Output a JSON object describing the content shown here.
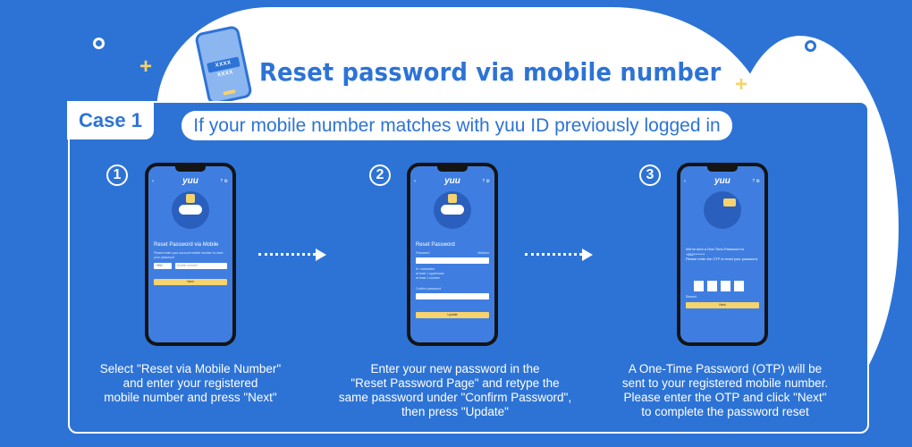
{
  "title": "Reset password via mobile number",
  "hero_phone_text": "XXXX XXXX",
  "case_label": "Case 1",
  "subtitle": "If your mobile number matches with yuu ID previously logged in",
  "steps": [
    {
      "number": "1",
      "caption": "Select \"Reset via Mobile Number\"\nand enter your registered\nmobile number and press \"Next\"",
      "screen": {
        "logo": "yuu",
        "heading": "Reset Password via Mobile",
        "hint": "Please enter your account mobile number to reset your password",
        "country_code": "+852",
        "mobile_placeholder": "Mobile number",
        "button": "Next"
      }
    },
    {
      "number": "2",
      "caption": "Enter your new password in the\n\"Reset Password Page\" and retype the\nsame password under \"Confirm Password\",\nthen press \"Update\"",
      "screen": {
        "logo": "yuu",
        "heading": "Reset Password",
        "password_label": "Password",
        "strength": "Medium",
        "rules": [
          "8+ characters",
          "at least 1 uppercase",
          "at least 1 number"
        ],
        "confirm_label": "Confirm password",
        "button": "Update"
      }
    },
    {
      "number": "3",
      "caption": "A One-Time Password (OTP) will be\nsent to your registered mobile number.\nPlease enter the OTP and click \"Next\"\nto complete the password reset",
      "screen": {
        "logo": "yuu",
        "message": "We've sent a One-Time-Password to +852********\nPlease enter the OTP to reset your password",
        "resend": "Resend",
        "button": "Next"
      }
    }
  ],
  "colors": {
    "background": "#2d73d6",
    "white": "#ffffff",
    "accent_yellow": "#f5d36e"
  }
}
